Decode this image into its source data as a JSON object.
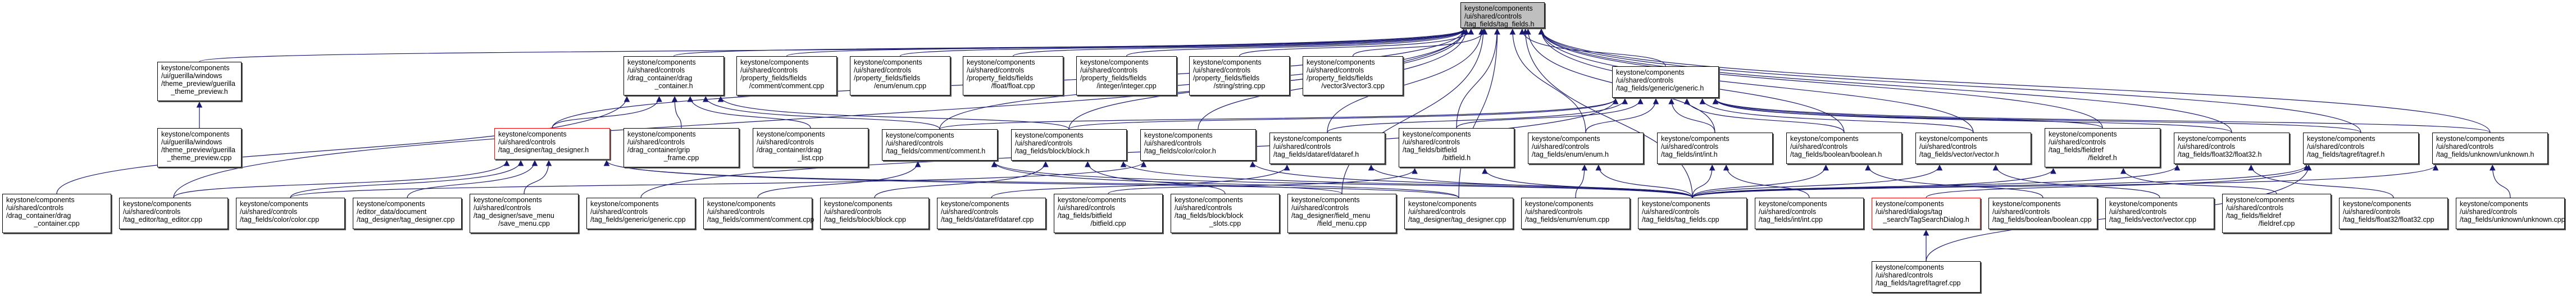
{
  "graph": {
    "title": "keystone/components/ui/shared/controls/tag_fields/tag_fields.h",
    "edge_color": "#191970",
    "highlight_border_color": "#ff0000",
    "root_fill_color": "#bfbfbf",
    "nodes": [
      {
        "id": "root",
        "lines": [
          "keystone/components",
          "/ui/shared/controls",
          "/tag_fields/tag_fields.h"
        ],
        "kind": "root"
      },
      {
        "id": "gtp_h",
        "lines": [
          "keystone/components",
          "/ui/guerilla/windows",
          "/theme_preview/guerilla",
          "_theme_preview.h"
        ]
      },
      {
        "id": "gtp_cpp",
        "lines": [
          "keystone/components",
          "/ui/guerilla/windows",
          "/theme_preview/guerilla",
          "_theme_preview.cpp"
        ]
      },
      {
        "id": "drag_container_h",
        "lines": [
          "keystone/components",
          "/ui/shared/controls",
          "/drag_container/drag",
          "_container.h"
        ]
      },
      {
        "id": "comment_pf_cpp",
        "lines": [
          "keystone/components",
          "/ui/shared/controls",
          "/property_fields/fields",
          "/comment/comment.cpp"
        ]
      },
      {
        "id": "enum_pf_cpp",
        "lines": [
          "keystone/components",
          "/ui/shared/controls",
          "/property_fields/fields",
          "/enum/enum.cpp"
        ]
      },
      {
        "id": "float_pf_cpp",
        "lines": [
          "keystone/components",
          "/ui/shared/controls",
          "/property_fields/fields",
          "/float/float.cpp"
        ]
      },
      {
        "id": "integer_pf_cpp",
        "lines": [
          "keystone/components",
          "/ui/shared/controls",
          "/property_fields/fields",
          "/integer/integer.cpp"
        ]
      },
      {
        "id": "string_pf_cpp",
        "lines": [
          "keystone/components",
          "/ui/shared/controls",
          "/property_fields/fields",
          "/string/string.cpp"
        ]
      },
      {
        "id": "vector3_pf_cpp",
        "lines": [
          "keystone/components",
          "/ui/shared/controls",
          "/property_fields/fields",
          "/vector3/vector3.cpp"
        ]
      },
      {
        "id": "generic_h",
        "lines": [
          "keystone/components",
          "/ui/shared/controls",
          "/tag_fields/generic/generic.h"
        ]
      },
      {
        "id": "tag_designer_h",
        "lines": [
          "keystone/components",
          "/ui/shared/controls",
          "/tag_designer/tag_designer.h"
        ],
        "kind": "red"
      },
      {
        "id": "grip_frame_cpp",
        "lines": [
          "keystone/components",
          "/ui/shared/controls",
          "/drag_container/grip",
          "_frame.cpp"
        ]
      },
      {
        "id": "drag_list_cpp",
        "lines": [
          "keystone/components",
          "/ui/shared/controls",
          "/drag_container/drag",
          "_list.cpp"
        ]
      },
      {
        "id": "comment_h",
        "lines": [
          "keystone/components",
          "/ui/shared/controls",
          "/tag_fields/comment/comment.h"
        ]
      },
      {
        "id": "block_h",
        "lines": [
          "keystone/components",
          "/ui/shared/controls",
          "/tag_fields/block/block.h"
        ]
      },
      {
        "id": "color_h",
        "lines": [
          "keystone/components",
          "/ui/shared/controls",
          "/tag_fields/color/color.h"
        ]
      },
      {
        "id": "dataref_h",
        "lines": [
          "keystone/components",
          "/ui/shared/controls",
          "/tag_fields/dataref/dataref.h"
        ]
      },
      {
        "id": "bitfield_h",
        "lines": [
          "keystone/components",
          "/ui/shared/controls",
          "/tag_fields/bitfield",
          "/bitfield.h"
        ]
      },
      {
        "id": "enum_h",
        "lines": [
          "keystone/components",
          "/ui/shared/controls",
          "/tag_fields/enum/enum.h"
        ]
      },
      {
        "id": "int_h",
        "lines": [
          "keystone/components",
          "/ui/shared/controls",
          "/tag_fields/int/int.h"
        ]
      },
      {
        "id": "boolean_h",
        "lines": [
          "keystone/components",
          "/ui/shared/controls",
          "/tag_fields/boolean/boolean.h"
        ]
      },
      {
        "id": "vector_h",
        "lines": [
          "keystone/components",
          "/ui/shared/controls",
          "/tag_fields/vector/vector.h"
        ]
      },
      {
        "id": "fieldref_h",
        "lines": [
          "keystone/components",
          "/ui/shared/controls",
          "/tag_fields/fieldref",
          "/fieldref.h"
        ]
      },
      {
        "id": "float32_h",
        "lines": [
          "keystone/components",
          "/ui/shared/controls",
          "/tag_fields/float32/float32.h"
        ]
      },
      {
        "id": "tagref_h",
        "lines": [
          "keystone/components",
          "/ui/shared/controls",
          "/tag_fields/tagref/tagref.h"
        ]
      },
      {
        "id": "unknown_h",
        "lines": [
          "keystone/components",
          "/ui/shared/controls",
          "/tag_fields/unknown/unknown.h"
        ]
      },
      {
        "id": "drag_container_cpp",
        "lines": [
          "keystone/components",
          "/ui/shared/controls",
          "/drag_container/drag",
          "_container.cpp"
        ]
      },
      {
        "id": "tag_editor_cpp",
        "lines": [
          "keystone/components",
          "/ui/shared/controls",
          "/tag_editor/tag_editor.cpp"
        ]
      },
      {
        "id": "color_cpp",
        "lines": [
          "keystone/components",
          "/ui/shared/controls",
          "/tag_fields/color/color.cpp"
        ]
      },
      {
        "id": "doc_tag_designer_cpp",
        "lines": [
          "keystone/components",
          "/editor_data/document",
          "/tag_designer/tag_designer.cpp"
        ]
      },
      {
        "id": "save_menu_cpp",
        "lines": [
          "keystone/components",
          "/ui/shared/controls",
          "/tag_designer/save_menu",
          "/save_menu.cpp"
        ]
      },
      {
        "id": "generic_cpp",
        "lines": [
          "keystone/components",
          "/ui/shared/controls",
          "/tag_fields/generic/generic.cpp"
        ]
      },
      {
        "id": "comment_cpp",
        "lines": [
          "keystone/components",
          "/ui/shared/controls",
          "/tag_fields/comment/comment.cpp"
        ]
      },
      {
        "id": "block_cpp",
        "lines": [
          "keystone/components",
          "/ui/shared/controls",
          "/tag_fields/block/block.cpp"
        ]
      },
      {
        "id": "dataref_cpp",
        "lines": [
          "keystone/components",
          "/ui/shared/controls",
          "/tag_fields/dataref/dataref.cpp"
        ]
      },
      {
        "id": "bitfield_cpp",
        "lines": [
          "keystone/components",
          "/ui/shared/controls",
          "/tag_fields/bitfield",
          "/bitfield.cpp"
        ]
      },
      {
        "id": "block_slots_cpp",
        "lines": [
          "keystone/components",
          "/ui/shared/controls",
          "/tag_fields/block/block",
          "_slots.cpp"
        ]
      },
      {
        "id": "field_menu_cpp",
        "lines": [
          "keystone/components",
          "/ui/shared/controls",
          "/tag_designer/field_menu",
          "/field_menu.cpp"
        ]
      },
      {
        "id": "tag_designer_cpp",
        "lines": [
          "keystone/components",
          "/ui/shared/controls",
          "/tag_designer/tag_designer.cpp"
        ]
      },
      {
        "id": "enum_cpp",
        "lines": [
          "keystone/components",
          "/ui/shared/controls",
          "/tag_fields/enum/enum.cpp"
        ]
      },
      {
        "id": "tag_fields_cpp",
        "lines": [
          "keystone/components",
          "/ui/shared/controls",
          "/tag_fields/tag_fields.cpp"
        ]
      },
      {
        "id": "int_cpp",
        "lines": [
          "keystone/components",
          "/ui/shared/controls",
          "/tag_fields/int/int.cpp"
        ]
      },
      {
        "id": "tag_search_dialog_h",
        "lines": [
          "keystone/components",
          "/ui/shared/dialogs/tag",
          "_search/TagSearchDialog.h"
        ],
        "kind": "red"
      },
      {
        "id": "boolean_cpp",
        "lines": [
          "keystone/components",
          "/ui/shared/controls",
          "/tag_fields/boolean/boolean.cpp"
        ]
      },
      {
        "id": "vector_cpp",
        "lines": [
          "keystone/components",
          "/ui/shared/controls",
          "/tag_fields/vector/vector.cpp"
        ]
      },
      {
        "id": "fieldref_cpp",
        "lines": [
          "keystone/components",
          "/ui/shared/controls",
          "/tag_fields/fieldref",
          "/fieldref.cpp"
        ]
      },
      {
        "id": "float32_cpp",
        "lines": [
          "keystone/components",
          "/ui/shared/controls",
          "/tag_fields/float32/float32.cpp"
        ]
      },
      {
        "id": "unknown_cpp",
        "lines": [
          "keystone/components",
          "/ui/shared/controls",
          "/tag_fields/unknown/unknown.cpp"
        ]
      },
      {
        "id": "tagref_cpp",
        "lines": [
          "keystone/components",
          "/ui/shared/controls",
          "/tag_fields/tagref/tagref.cpp"
        ]
      }
    ],
    "edges": [
      [
        "gtp_h",
        "root"
      ],
      [
        "gtp_cpp",
        "gtp_h"
      ],
      [
        "drag_container_h",
        "root"
      ],
      [
        "comment_pf_cpp",
        "root"
      ],
      [
        "enum_pf_cpp",
        "root"
      ],
      [
        "float_pf_cpp",
        "root"
      ],
      [
        "integer_pf_cpp",
        "root"
      ],
      [
        "string_pf_cpp",
        "root"
      ],
      [
        "vector3_pf_cpp",
        "root"
      ],
      [
        "generic_h",
        "root"
      ],
      [
        "tag_designer_h",
        "root"
      ],
      [
        "comment_h",
        "root"
      ],
      [
        "block_h",
        "root"
      ],
      [
        "color_h",
        "root"
      ],
      [
        "dataref_h",
        "root"
      ],
      [
        "bitfield_h",
        "root"
      ],
      [
        "enum_h",
        "root"
      ],
      [
        "int_h",
        "root"
      ],
      [
        "boolean_h",
        "root"
      ],
      [
        "vector_h",
        "root"
      ],
      [
        "fieldref_h",
        "root"
      ],
      [
        "float32_h",
        "root"
      ],
      [
        "tagref_h",
        "root"
      ],
      [
        "unknown_h",
        "root"
      ],
      [
        "tag_fields_cpp",
        "root"
      ],
      [
        "tag_designer_cpp",
        "root"
      ],
      [
        "field_menu_cpp",
        "root"
      ],
      [
        "tag_editor_cpp",
        "root"
      ],
      [
        "drag_container_cpp",
        "drag_container_h"
      ],
      [
        "grip_frame_cpp",
        "drag_container_h"
      ],
      [
        "drag_list_cpp",
        "drag_container_h"
      ],
      [
        "tag_designer_h",
        "drag_container_h"
      ],
      [
        "comment_h",
        "drag_container_h"
      ],
      [
        "block_h",
        "drag_container_h"
      ],
      [
        "tag_editor_cpp",
        "tag_designer_h"
      ],
      [
        "color_cpp",
        "tag_designer_h"
      ],
      [
        "doc_tag_designer_cpp",
        "tag_designer_h"
      ],
      [
        "save_menu_cpp",
        "tag_designer_h"
      ],
      [
        "tag_designer_cpp",
        "tag_designer_h"
      ],
      [
        "field_menu_cpp",
        "tag_designer_h"
      ],
      [
        "comment_h",
        "generic_h"
      ],
      [
        "block_h",
        "generic_h"
      ],
      [
        "dataref_h",
        "generic_h"
      ],
      [
        "bitfield_h",
        "generic_h"
      ],
      [
        "enum_h",
        "generic_h"
      ],
      [
        "int_h",
        "generic_h"
      ],
      [
        "boolean_h",
        "generic_h"
      ],
      [
        "vector_h",
        "generic_h"
      ],
      [
        "fieldref_h",
        "generic_h"
      ],
      [
        "float32_h",
        "generic_h"
      ],
      [
        "tagref_h",
        "generic_h"
      ],
      [
        "unknown_h",
        "generic_h"
      ],
      [
        "generic_cpp",
        "generic_h"
      ],
      [
        "comment_cpp",
        "comment_h"
      ],
      [
        "tag_fields_cpp",
        "comment_h"
      ],
      [
        "tag_designer_cpp",
        "comment_h"
      ],
      [
        "block_cpp",
        "block_h"
      ],
      [
        "block_slots_cpp",
        "block_h"
      ],
      [
        "tag_fields_cpp",
        "block_h"
      ],
      [
        "color_cpp",
        "color_h"
      ],
      [
        "tag_fields_cpp",
        "color_h"
      ],
      [
        "dataref_cpp",
        "dataref_h"
      ],
      [
        "tag_fields_cpp",
        "dataref_h"
      ],
      [
        "bitfield_cpp",
        "bitfield_h"
      ],
      [
        "tag_fields_cpp",
        "bitfield_h"
      ],
      [
        "enum_cpp",
        "enum_h"
      ],
      [
        "tag_fields_cpp",
        "enum_h"
      ],
      [
        "int_cpp",
        "int_h"
      ],
      [
        "tag_fields_cpp",
        "int_h"
      ],
      [
        "boolean_cpp",
        "boolean_h"
      ],
      [
        "tag_fields_cpp",
        "boolean_h"
      ],
      [
        "vector_cpp",
        "vector_h"
      ],
      [
        "tag_fields_cpp",
        "vector_h"
      ],
      [
        "fieldref_cpp",
        "fieldref_h"
      ],
      [
        "tag_fields_cpp",
        "fieldref_h"
      ],
      [
        "float32_cpp",
        "float32_h"
      ],
      [
        "tag_fields_cpp",
        "float32_h"
      ],
      [
        "tagref_cpp",
        "tagref_h"
      ],
      [
        "tag_search_dialog_h",
        "tagref_h"
      ],
      [
        "tag_fields_cpp",
        "tagref_h"
      ],
      [
        "unknown_cpp",
        "unknown_h"
      ],
      [
        "tag_fields_cpp",
        "unknown_h"
      ],
      [
        "tagref_cpp",
        "tag_search_dialog_h"
      ]
    ]
  }
}
